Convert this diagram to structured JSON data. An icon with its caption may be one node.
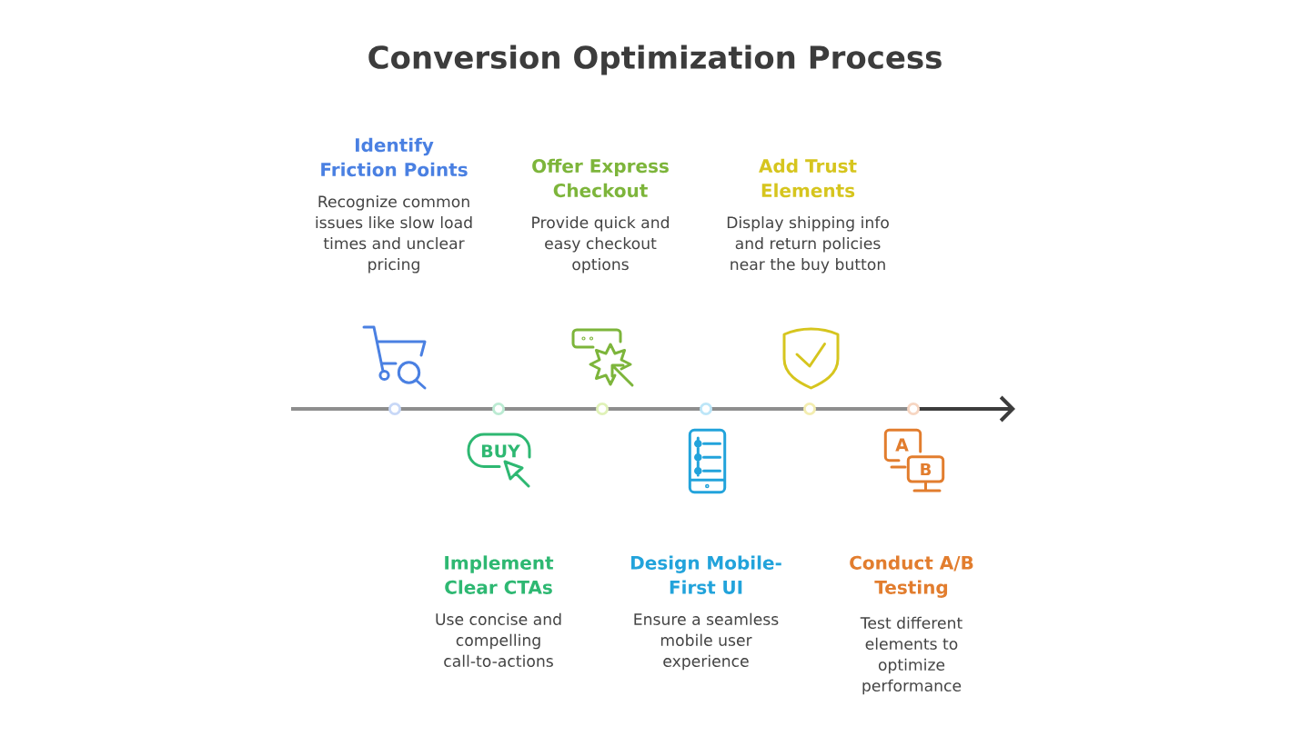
{
  "diagram": {
    "title": "Conversion Optimization Process",
    "nodes": [
      {
        "text": [
          "Identify Friction Points",
          "Recognize common issues like slow load times and unclear pricing"
        ]
      },
      {
        "text": [
          "Implement Clear CTAs",
          "Use concise and compelling call-to-actions"
        ]
      },
      {
        "text": [
          "Offer Express Checkout",
          "Provide quick and easy checkout options"
        ]
      },
      {
        "text": [
          "Design Mobile-First UI",
          "Ensure a seamless mobile user experience"
        ]
      },
      {
        "text": [
          "Add Trust Elements",
          "Display shipping info and return policies near the buy button"
        ]
      },
      {
        "text": [
          "Conduct A/B Testing",
          "Test different elements to optimize performance"
        ]
      }
    ],
    "labels": [
      "BUY",
      "A",
      "B"
    ]
  }
}
